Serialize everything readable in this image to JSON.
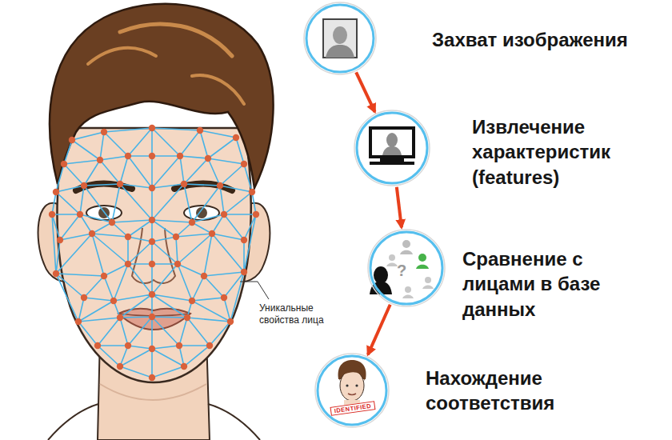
{
  "diagram": {
    "nodes": [
      {
        "text": [
          "Захват изображения"
        ]
      },
      {
        "text": [
          "Извлечение характеристик (features)"
        ]
      },
      {
        "text": [
          "Сравнение с лицами в базе данных"
        ]
      },
      {
        "text": [
          "Нахождение соответствия"
        ]
      }
    ],
    "edges": [
      {
        "from": 0,
        "to": 1,
        "arrow": "to"
      },
      {
        "from": 1,
        "to": 2,
        "arrow": "to"
      },
      {
        "from": 2,
        "to": 3,
        "arrow": "to"
      }
    ],
    "labels": [
      "Уникальные свойства лица",
      "?",
      "IDENTIFIED"
    ]
  }
}
